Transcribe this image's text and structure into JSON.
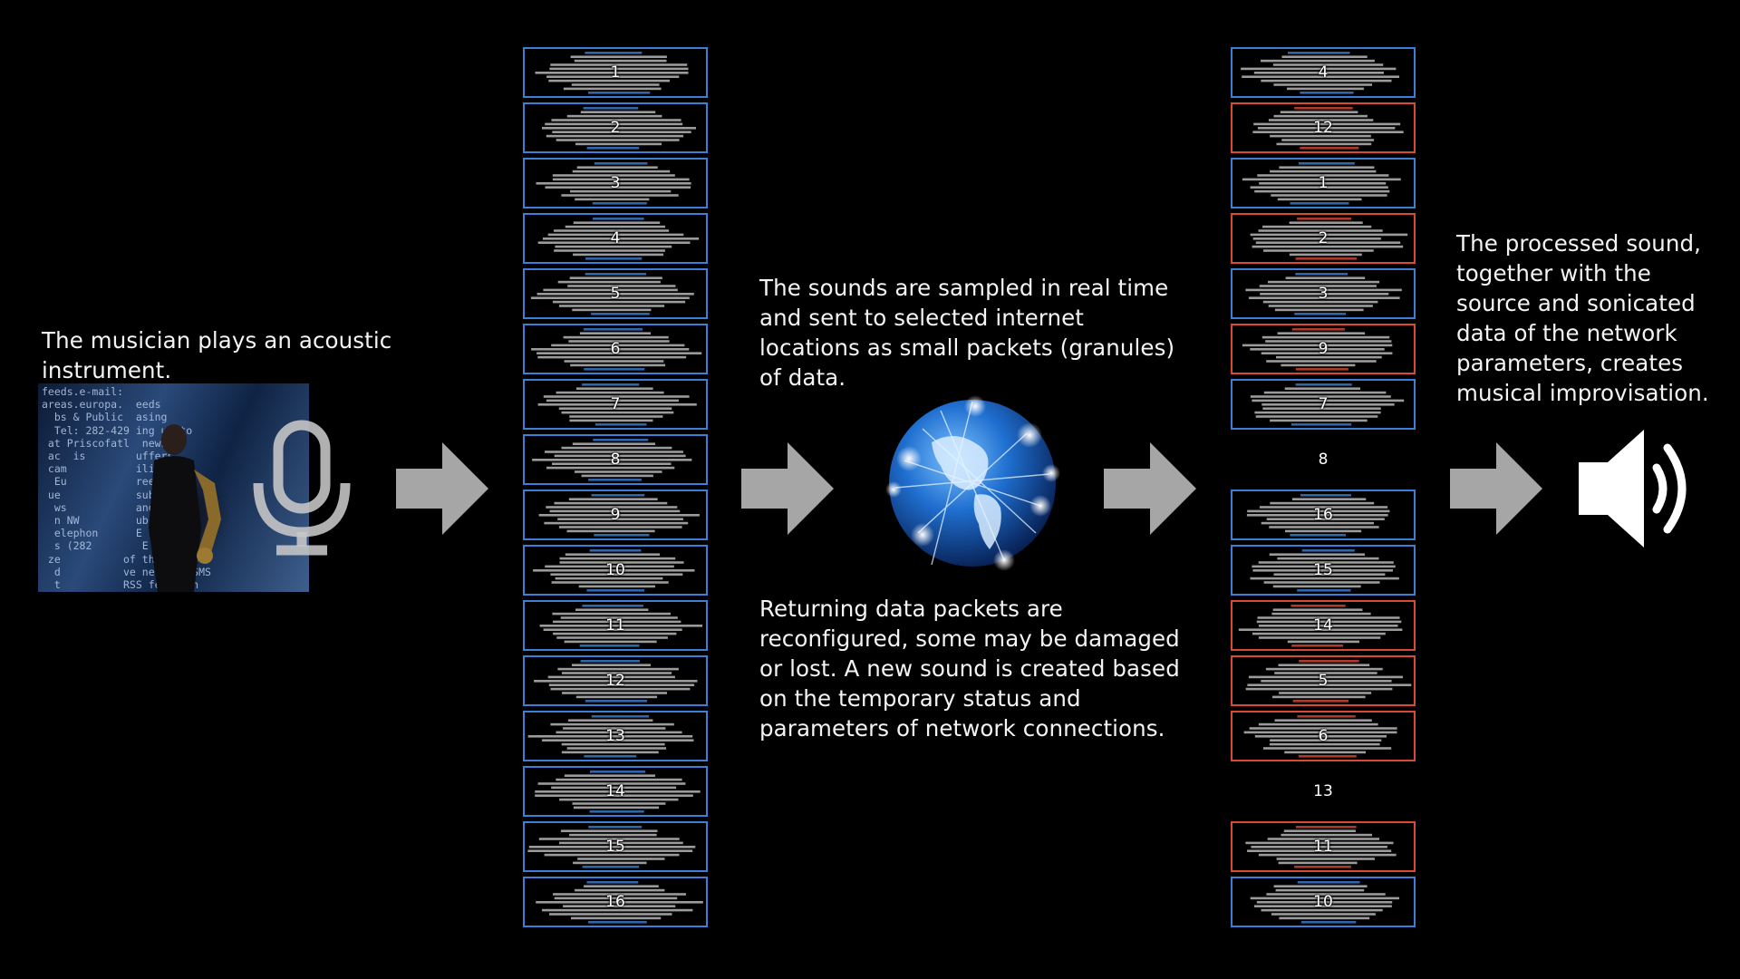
{
  "texts": {
    "musician": "The musician plays an acoustic instrument.",
    "sampling": "The sounds are sampled in real time and sent to selected internet locations as small packets (granules) of data.",
    "returning": "Returning data packets are reconfigured, some may be damaged or lost. A new sound is created based on the temporary status and parameters of network connections.",
    "processed": "The processed sound, together with the source and sonicated data of the network parameters, creates musical improvisation."
  },
  "photo_text": "feeds.e-mail:\nareas.europa.  eeds\n  bs & Public  asing\n  Tel: 282-429 ing up to\n at Priscofatl  news\n ac  is        uffers\n cam           iling lis\n  Eu           ree news\n ue            subscript\n  ws           and N\n  n NW         ub\n  elephon      E\n  s (282        E ides at\n ze          of the Europ\n  d          ve news by SMS\n  t          RSS fe ticon\n  i          pular ks Eu\n  s          n webcast port\n  co         ve Fin what y",
  "colors": {
    "ok_border": "#3d7fd6",
    "damaged_border": "#d94a35",
    "arrow": "#a6a6a6",
    "background": "#000000"
  },
  "icons": [
    "microphone-icon",
    "arrow-right-icon",
    "globe-icon",
    "speaker-icon"
  ],
  "outgoing_packets": [
    {
      "label": "1"
    },
    {
      "label": "2"
    },
    {
      "label": "3"
    },
    {
      "label": "4"
    },
    {
      "label": "5"
    },
    {
      "label": "6"
    },
    {
      "label": "7"
    },
    {
      "label": "8"
    },
    {
      "label": "9"
    },
    {
      "label": "10"
    },
    {
      "label": "11"
    },
    {
      "label": "12"
    },
    {
      "label": "13"
    },
    {
      "label": "14"
    },
    {
      "label": "15"
    },
    {
      "label": "16"
    }
  ],
  "returning_packets": [
    {
      "label": "4",
      "status": "ok"
    },
    {
      "label": "12",
      "status": "damaged"
    },
    {
      "label": "1",
      "status": "ok"
    },
    {
      "label": "2",
      "status": "damaged"
    },
    {
      "label": "3",
      "status": "ok"
    },
    {
      "label": "9",
      "status": "damaged"
    },
    {
      "label": "7",
      "status": "ok"
    },
    {
      "label": "8",
      "status": "lost"
    },
    {
      "label": "16",
      "status": "ok"
    },
    {
      "label": "15",
      "status": "ok"
    },
    {
      "label": "14",
      "status": "damaged"
    },
    {
      "label": "5",
      "status": "damaged"
    },
    {
      "label": "6",
      "status": "damaged"
    },
    {
      "label": "13",
      "status": "lost"
    },
    {
      "label": "11",
      "status": "damaged"
    },
    {
      "label": "10",
      "status": "ok"
    }
  ]
}
